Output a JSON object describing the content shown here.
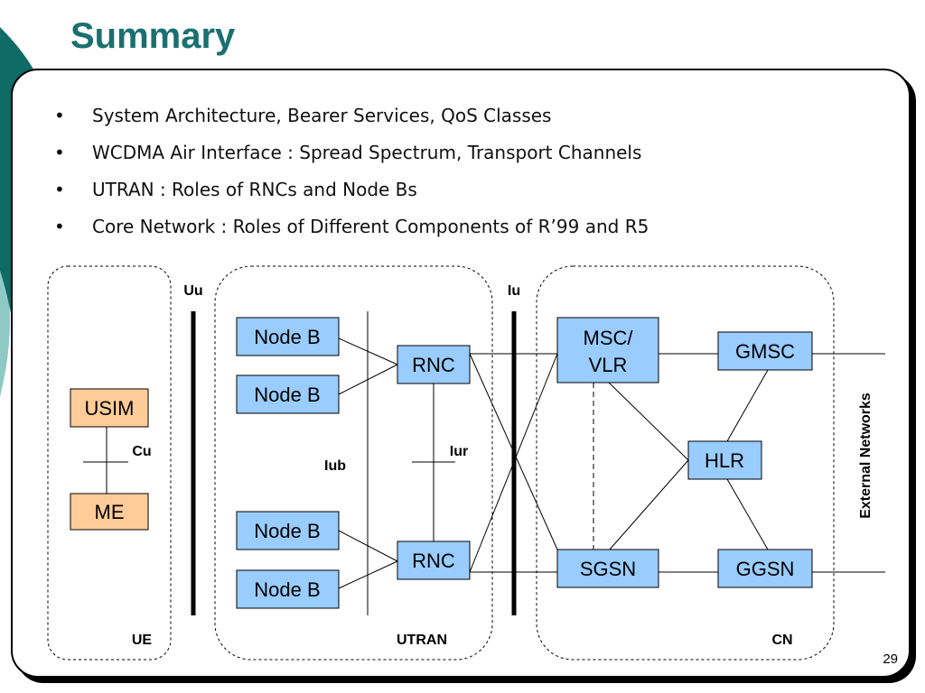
{
  "title": "Summary",
  "bullets": [
    "System Architecture, Bearer Services, QoS Classes",
    "WCDMA Air Interface : Spread Spectrum, Transport Channels",
    "UTRAN : Roles of RNCs and Node Bs",
    "Core Network : Roles of Different Components of R’99 and R5"
  ],
  "bullet_symbol": "•",
  "diagram": {
    "regions": {
      "ue": "UE",
      "utran": "UTRAN",
      "cn": "CN"
    },
    "interfaces": {
      "uu": "Uu",
      "iu": "Iu",
      "iub": "Iub",
      "iur": "Iur",
      "cu": "Cu"
    },
    "external": "External Networks",
    "ue_nodes": {
      "usim": "USIM",
      "me": "ME"
    },
    "utran_nodes": {
      "nodeb1": "Node B",
      "nodeb2": "Node B",
      "nodeb3": "Node B",
      "nodeb4": "Node B",
      "rnc1": "RNC",
      "rnc2": "RNC"
    },
    "cn_nodes": {
      "msc_line1": "MSC/",
      "msc_line2": "VLR",
      "gmsc": "GMSC",
      "hlr": "HLR",
      "sgsn": "SGSN",
      "ggsn": "GGSN"
    }
  },
  "page_number": "29",
  "colors": {
    "title": "#1a7070",
    "blue_box": "#99ccff",
    "orange_box": "#ffcc99",
    "teal_dark": "#0f6b66",
    "teal_light": "#8ec9c6"
  }
}
